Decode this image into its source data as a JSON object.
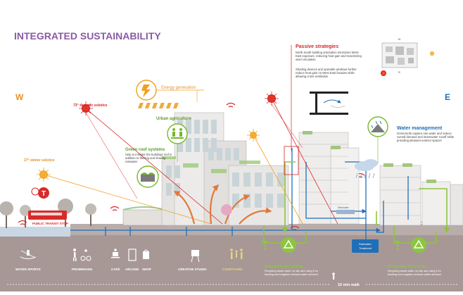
{
  "title": "INTEGRATED SUSTAINABILITY",
  "compass": {
    "west": "W",
    "east": "E",
    "n": "N",
    "s": "S"
  },
  "colors": {
    "title": "#8a5aa6",
    "orange": "#e8902a",
    "red": "#d8262a",
    "green": "#76b82a",
    "blue": "#1f6fb8",
    "ground": "#a89a97",
    "recycle": "#8cc63f",
    "purple": "#5a2d7a"
  },
  "sun": {
    "summer": "73° summer solstice",
    "winter": "27° winter solstice"
  },
  "callouts": {
    "energy": {
      "title": "Energy generation",
      "icon": "lightning-icon"
    },
    "urban_ag": {
      "title": "Urban agriculture",
      "icon": "people-garden-icon"
    },
    "green_roof": {
      "title": "Green roof systems",
      "text": [
        "Help to insulate the buildings roof in",
        "addition to filtering and slowing",
        "rainwater"
      ],
      "icon": "green-roof-icon"
    },
    "passive": {
      "title": "Passive strategies",
      "text1": [
        "North South building orientation minimizes West-",
        "East exposure, reducing heat gain and maximizing",
        "wind circulation"
      ],
      "text2": [
        "Shading devices and operable windows further",
        "reduce heat gain on West East facades while",
        "allowing cross ventilation"
      ]
    },
    "water": {
      "title": "Water management",
      "text": [
        "Greenroofs capture rain water and reduce",
        "overall demand and stormwater runoff while",
        "providing pleasant exterior spaces"
      ],
      "icon": "rain-roof-icon"
    }
  },
  "labels": {
    "transit": "PUBLIC TRANSIT STOP",
    "treatment": [
      "Rainwater",
      "Treatment"
    ],
    "tank": "Rainwater"
  },
  "greywater": {
    "left": {
      "title": "Greywater Recycling",
      "text": [
        "Recycling waste water on site and using it for",
        "flushing and irrigation reduces water demand"
      ]
    },
    "right": {
      "title": "Greywater Recycling",
      "text": [
        "Recycling waste water on site and using it for",
        "flushing and irrigation reduces water demand"
      ]
    }
  },
  "activities": [
    {
      "label": "WATER SPORTS",
      "icon": "kayak-icon"
    },
    {
      "label": "PROMENADE",
      "icon": "walker-icon"
    },
    {
      "label": "CAFÉ",
      "icon": "cafe-icon"
    },
    {
      "label": "ARCADE",
      "icon": "arcade-icon"
    },
    {
      "label": "SHOP",
      "icon": "shop-icon"
    },
    {
      "label": "CREATIVE STUDIO",
      "icon": "easel-icon"
    },
    {
      "label": "COURTYARD",
      "icon": "courtyard-icon"
    }
  ],
  "walk": "10 min walk"
}
